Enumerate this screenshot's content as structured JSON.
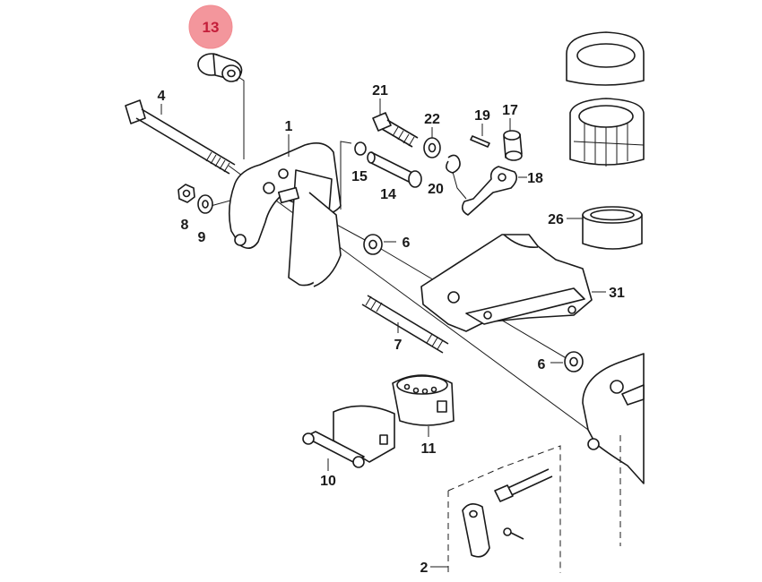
{
  "diagram": {
    "highlighted_callout": "13",
    "highlight_color": "#f28b91",
    "highlight_text_color": "#c41e3a",
    "line_color": "#1a1a1a",
    "callouts": [
      {
        "id": "c13",
        "label": "13"
      },
      {
        "id": "c4",
        "label": "4"
      },
      {
        "id": "c21",
        "label": "21"
      },
      {
        "id": "c1",
        "label": "1"
      },
      {
        "id": "c22",
        "label": "22"
      },
      {
        "id": "c19",
        "label": "19"
      },
      {
        "id": "c17",
        "label": "17"
      },
      {
        "id": "c15",
        "label": "15"
      },
      {
        "id": "c14",
        "label": "14"
      },
      {
        "id": "c20",
        "label": "20"
      },
      {
        "id": "c18",
        "label": "18"
      },
      {
        "id": "c8",
        "label": "8"
      },
      {
        "id": "c9",
        "label": "9"
      },
      {
        "id": "c6a",
        "label": "6"
      },
      {
        "id": "c26",
        "label": "26"
      },
      {
        "id": "c31",
        "label": "31"
      },
      {
        "id": "c7",
        "label": "7"
      },
      {
        "id": "c6b",
        "label": "6"
      },
      {
        "id": "c11",
        "label": "11"
      },
      {
        "id": "c10",
        "label": "10"
      },
      {
        "id": "c2",
        "label": "2"
      }
    ]
  }
}
